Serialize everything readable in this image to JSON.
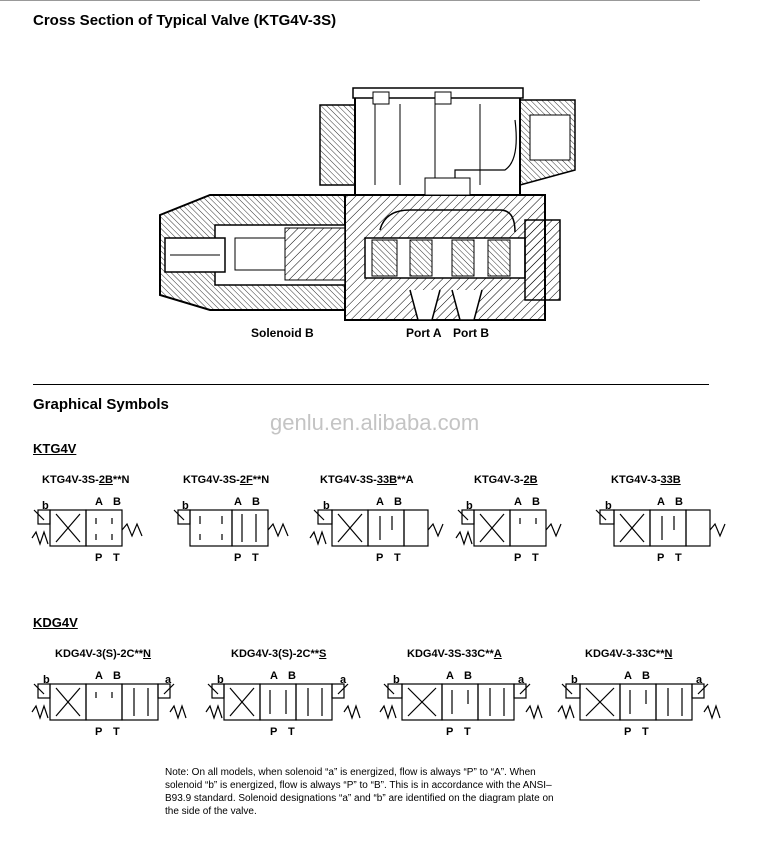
{
  "headings": {
    "cross_section": "Cross Section of Typical Valve (KTG4V-3S)",
    "graphical_symbols": "Graphical Symbols"
  },
  "cross_section_labels": {
    "solenoid_b": "Solenoid B",
    "port_a": "Port A",
    "port_b": "Port B"
  },
  "watermark": "genlu.en.alibaba.com",
  "ktg4v": {
    "title": "KTG4V",
    "symbols": [
      {
        "code_prefix": "KTG4V-3S-",
        "code_underlined": "2B",
        "code_suffix": "**N"
      },
      {
        "code_prefix": "KTG4V-3S-",
        "code_underlined": "2F",
        "code_suffix": "**N"
      },
      {
        "code_prefix": "KTG4V-3S-",
        "code_underlined": "33B",
        "code_suffix": "**A"
      },
      {
        "code_prefix": "KTG4V-3-",
        "code_underlined": "2B",
        "code_suffix": ""
      },
      {
        "code_prefix": "KTG4V-3-",
        "code_underlined": "33B",
        "code_suffix": ""
      }
    ]
  },
  "kdg4v": {
    "title": "KDG4V",
    "symbols": [
      {
        "code_prefix": "KDG4V-3(S)-2C**",
        "code_underlined": "N",
        "code_suffix": ""
      },
      {
        "code_prefix": "KDG4V-3(S)-2C**",
        "code_underlined": "S",
        "code_suffix": ""
      },
      {
        "code_prefix": "KDG4V-3S-33C**",
        "code_underlined": "A",
        "code_suffix": ""
      },
      {
        "code_prefix": "KDG4V-3-33C**",
        "code_underlined": "N",
        "code_suffix": ""
      }
    ]
  },
  "ports": {
    "a": "A",
    "b": "B",
    "p": "P",
    "t": "T"
  },
  "solenoids": {
    "a": "a",
    "b": "b"
  },
  "note": "Note: On all models, when solenoid “a” is energized, flow is always “P” to “A”. When solenoid “b” is energized, flow is always “P” to “B”. This is in accordance with the ANSI–B93.9 standard. Solenoid designations “a” and “b” are identified on the diagram plate on the side of the valve."
}
